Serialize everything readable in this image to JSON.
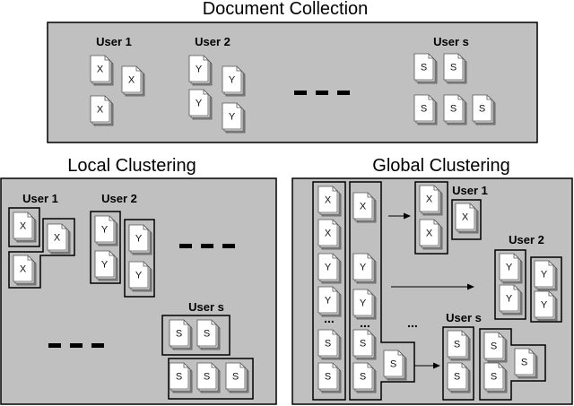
{
  "titles": {
    "document_collection": "Document Collection",
    "local_clustering": "Local Clustering",
    "global_clustering": "Global Clustering"
  },
  "collection": {
    "users": [
      {
        "label": "User 1",
        "letter": "X"
      },
      {
        "label": "User 2",
        "letter": "Y"
      },
      {
        "label": "User s",
        "letter": "S"
      }
    ]
  },
  "local": {
    "users": [
      {
        "label": "User 1",
        "letter": "X"
      },
      {
        "label": "User 2",
        "letter": "Y"
      },
      {
        "label": "User s",
        "letter": "S"
      }
    ]
  },
  "global": {
    "users": [
      {
        "label": "User 1",
        "letter": "X"
      },
      {
        "label": "User 2",
        "letter": "Y"
      },
      {
        "label": "User s",
        "letter": "S"
      }
    ],
    "ellipsis": "..."
  },
  "colors": {
    "panel_fill": "#c0c0c0",
    "doc_fill": "#ffffff",
    "doc_shadow": "#8a8a8a",
    "border": "#000000"
  }
}
